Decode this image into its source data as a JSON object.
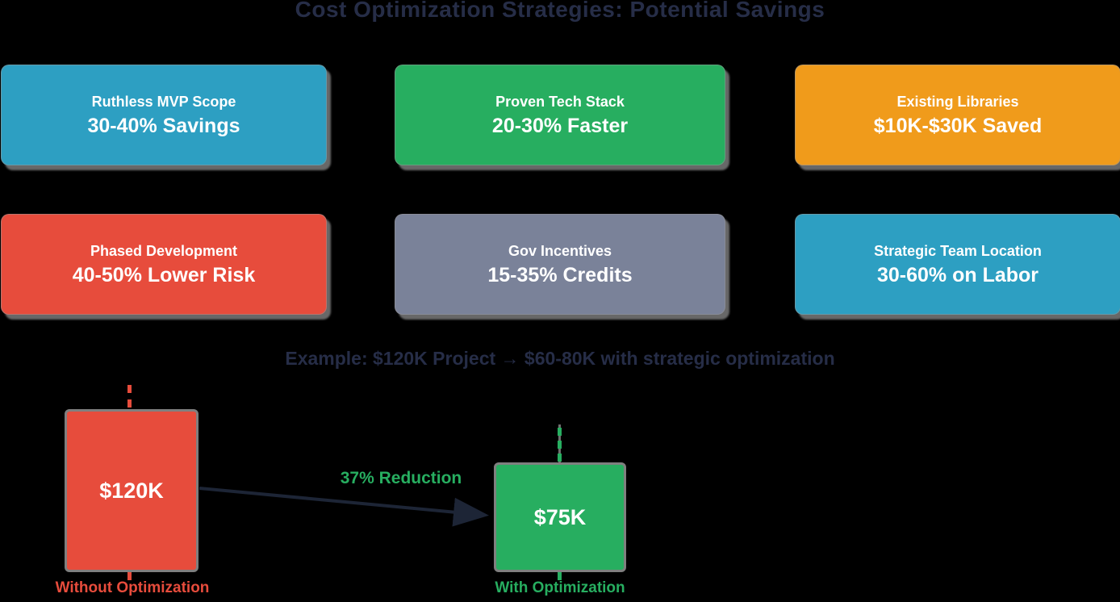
{
  "title": "Cost Optimization Strategies: Potential Savings",
  "subtitle": "Example: $120K Project → $60-80K with strategic optimization",
  "cards": [
    {
      "title": "Ruthless MVP Scope",
      "value": "30-40% Savings",
      "color": "#2D9FC2"
    },
    {
      "title": "Proven Tech Stack",
      "value": "20-30% Faster",
      "color": "#27AE60"
    },
    {
      "title": "Existing Libraries",
      "value": "$10K-$30K Saved",
      "color": "#F09B1B"
    },
    {
      "title": "Phased Development",
      "value": "40-50% Lower Risk",
      "color": "#E74C3C"
    },
    {
      "title": "Gov Incentives",
      "value": "15-35% Credits",
      "color": "#7A8299"
    },
    {
      "title": "Strategic Team Location",
      "value": "30-60% on Labor",
      "color": "#2D9FC2"
    }
  ],
  "comparison": {
    "reduction_label": "37% Reduction",
    "before": {
      "value": "$120K",
      "label": "Without Optimization",
      "color": "#E74C3C"
    },
    "after": {
      "value": "$75K",
      "label": "With Optimization",
      "color": "#27AE60"
    }
  },
  "colors": {
    "background": "#000000",
    "heading_text": "#262d47",
    "card_text": "#ffffff",
    "arrow": "#1d2536"
  },
  "chart_data": {
    "type": "bar",
    "categories": [
      "Without Optimization",
      "With Optimization"
    ],
    "values": [
      120,
      75
    ],
    "value_labels": [
      "$120K",
      "$75K"
    ],
    "annotation": "37% Reduction",
    "units": "USD thousands",
    "series_colors": [
      "#E74C3C",
      "#27AE60"
    ]
  }
}
